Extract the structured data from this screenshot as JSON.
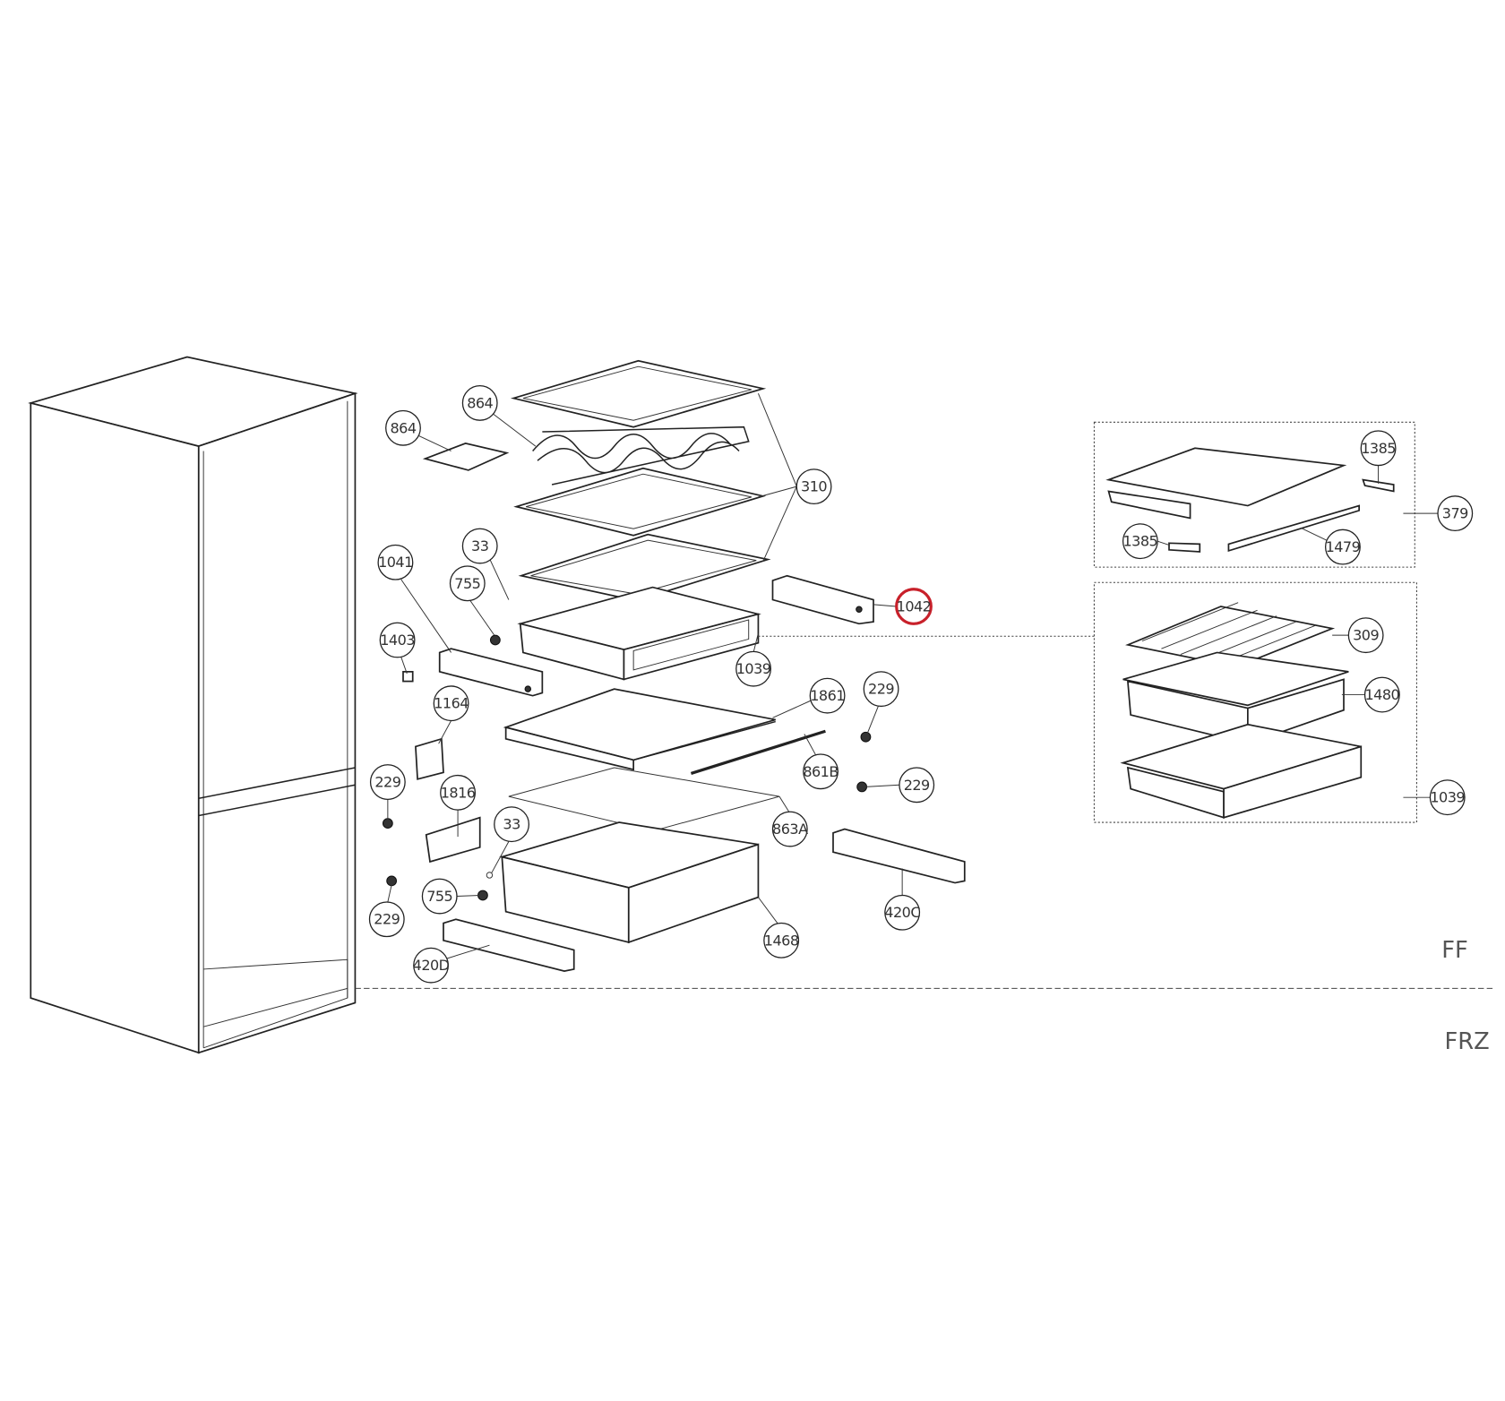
{
  "diagram": {
    "highlight_color": "#c8202a",
    "callouts": [
      {
        "label": "864"
      },
      {
        "label": "864"
      },
      {
        "label": "310"
      },
      {
        "label": "33"
      },
      {
        "label": "755"
      },
      {
        "label": "1041"
      },
      {
        "label": "1403"
      },
      {
        "label": "1042",
        "highlighted": true
      },
      {
        "label": "1039"
      },
      {
        "label": "1861"
      },
      {
        "label": "229"
      },
      {
        "label": "1164"
      },
      {
        "label": "861B"
      },
      {
        "label": "229"
      },
      {
        "label": "229"
      },
      {
        "label": "1816"
      },
      {
        "label": "33"
      },
      {
        "label": "863A"
      },
      {
        "label": "755"
      },
      {
        "label": "229"
      },
      {
        "label": "1468"
      },
      {
        "label": "420C"
      },
      {
        "label": "420D"
      }
    ],
    "inset_top": {
      "callouts": [
        {
          "label": "1385"
        },
        {
          "label": "379"
        },
        {
          "label": "1385"
        },
        {
          "label": "1479"
        }
      ]
    },
    "inset_bottom": {
      "callouts": [
        {
          "label": "309"
        },
        {
          "label": "1480"
        },
        {
          "label": "1039"
        }
      ]
    },
    "zones": {
      "upper": "FF",
      "lower": "FRZ"
    }
  }
}
